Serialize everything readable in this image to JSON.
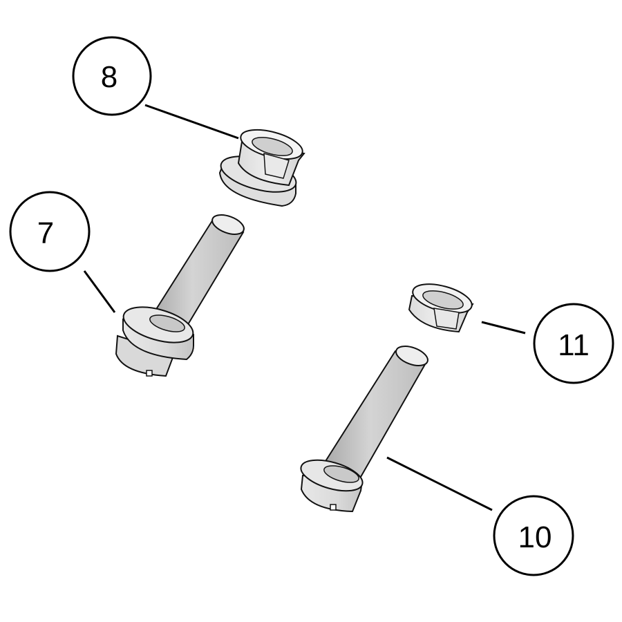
{
  "diagram": {
    "callouts": [
      {
        "label": "8"
      },
      {
        "label": "7"
      },
      {
        "label": "11"
      },
      {
        "label": "10"
      }
    ],
    "colors": {
      "background": "#ffffff",
      "part_light": "#e6e6e6",
      "part_mid": "#c9c9c9",
      "part_dark": "#9a9a9a",
      "outline": "#111111",
      "leader": "#000000"
    }
  }
}
